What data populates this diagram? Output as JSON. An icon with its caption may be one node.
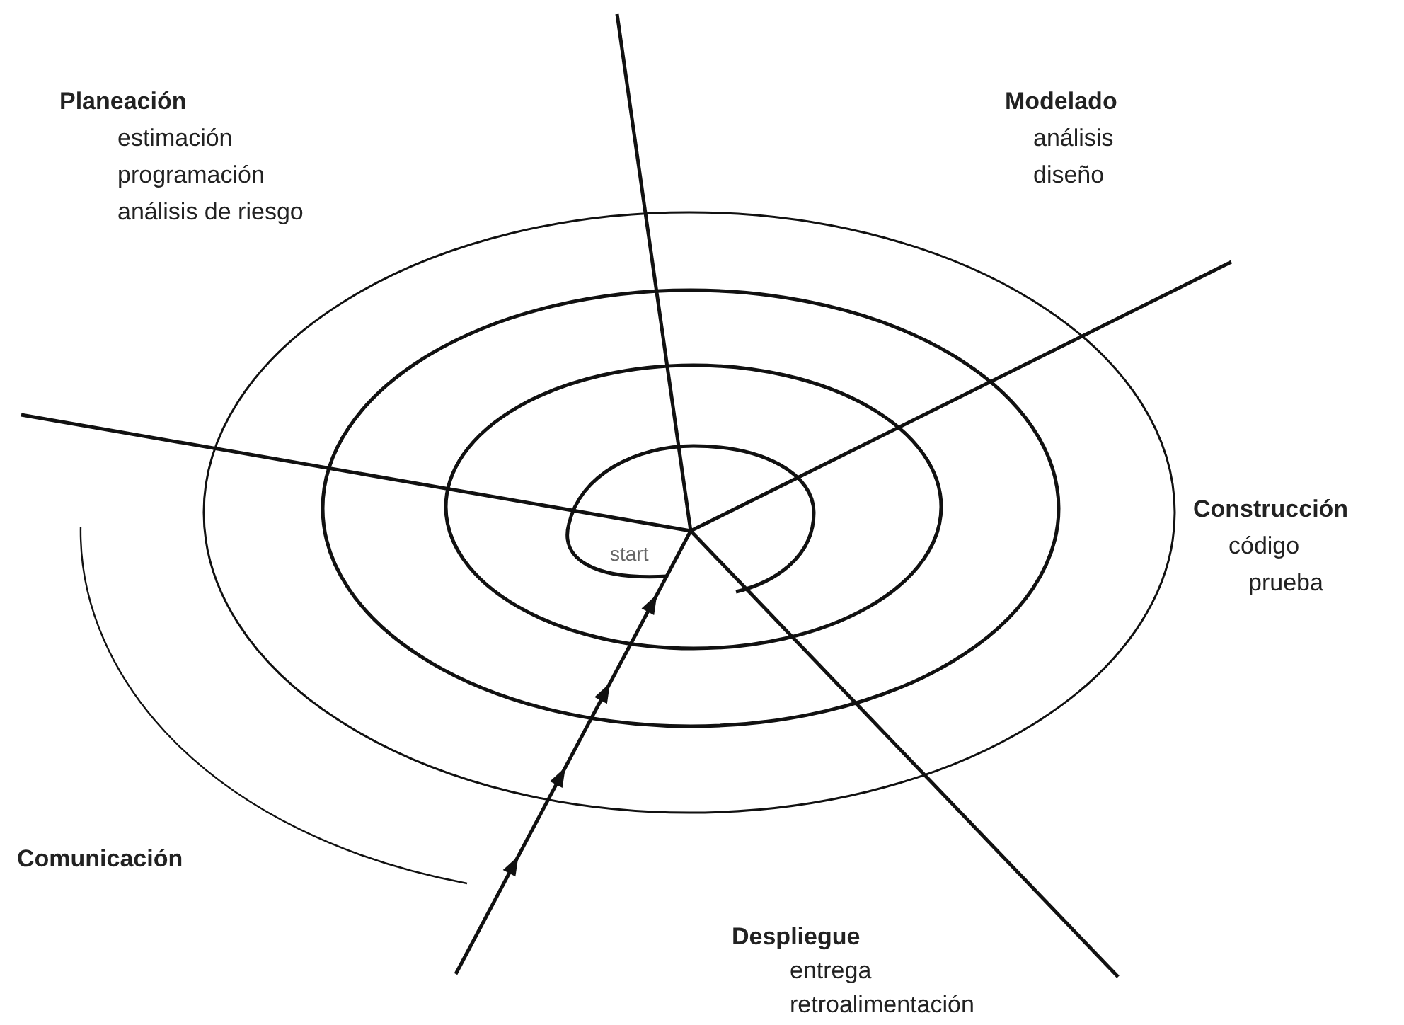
{
  "diagram": {
    "labels": [
      "Planeación",
      "estimación",
      "programación",
      "análisis de riesgo",
      "Modelado",
      "análisis",
      "diseño",
      "Construcción",
      "código",
      "prueba",
      "start",
      "Comunicación",
      "Despliegue",
      "entrega",
      "retroalimentación"
    ]
  }
}
